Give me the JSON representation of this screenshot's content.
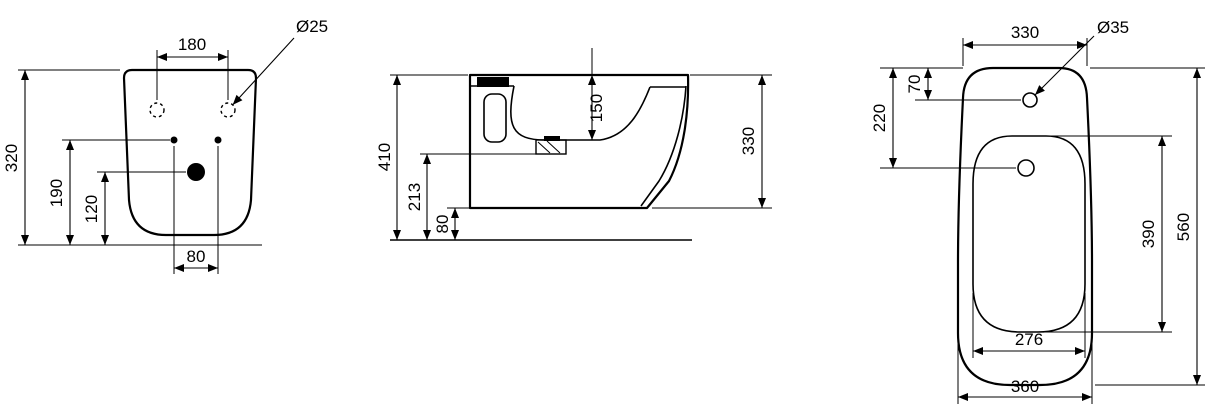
{
  "views": {
    "back": {
      "mounting_hole_spacing": "180",
      "mounting_hole_diameter": "Ø25",
      "overall_height": "320",
      "fixing_hole_height": "190",
      "drain_height": "120",
      "fixing_hole_spacing": "80"
    },
    "side": {
      "overall_height": "410",
      "drain_outlet_height": "213",
      "clearance_height": "80",
      "bowl_depth": "150",
      "body_height": "330"
    },
    "top": {
      "back_width": "330",
      "tap_hole_diameter": "Ø35",
      "tap_hole_offset": "70",
      "spray_nozzle_offset": "220",
      "overall_depth": "560",
      "bowl_length": "390",
      "bowl_width": "276",
      "overall_width": "360"
    }
  },
  "colors": {
    "line": "#000000",
    "background": "#ffffff"
  }
}
